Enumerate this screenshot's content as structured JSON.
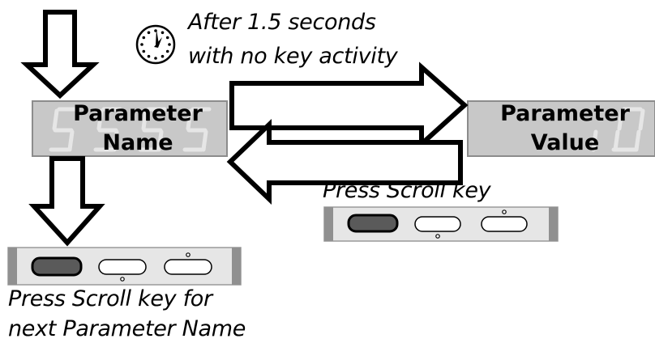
{
  "timer": {
    "icon": "clock-icon",
    "line1": "After 1.5 seconds",
    "line2": "with no key activity"
  },
  "parameter_name_display": {
    "line1": "Parameter",
    "line2": "Name"
  },
  "parameter_value_display": {
    "line1": "Parameter",
    "line2": "Value"
  },
  "scroll_instruction": {
    "text": "Press Scroll key"
  },
  "next_instruction": {
    "line1": "Press Scroll key for",
    "line2": "next Parameter Name"
  },
  "colors": {
    "display_face": "#c8c8c8",
    "display_border": "#8c8c8c",
    "segment_ghost": "#e6e6e6",
    "keypad_face": "#e6e6e6",
    "keypad_end": "#909090",
    "scroll_key": "#5a5a5a"
  }
}
